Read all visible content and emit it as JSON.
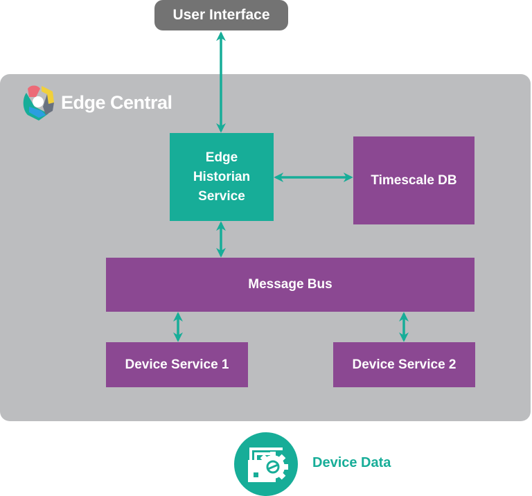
{
  "diagram": {
    "user_interface": {
      "label": "User Interface"
    },
    "container": {
      "title": "Edge Central",
      "logo": "edge-central-logo-icon"
    },
    "nodes": {
      "historian": {
        "line1": "Edge",
        "line2": "Historian",
        "line3": "Service"
      },
      "timescale": {
        "label": "Timescale DB"
      },
      "message_bus": {
        "label": "Message Bus"
      },
      "device_service_1": {
        "label": "Device Service 1"
      },
      "device_service_2": {
        "label": "Device Service 2"
      }
    },
    "edges": [
      {
        "from": "User Interface",
        "to": "Edge Historian Service",
        "direction": "bidirectional"
      },
      {
        "from": "Edge Historian Service",
        "to": "Timescale DB",
        "direction": "bidirectional"
      },
      {
        "from": "Edge Historian Service",
        "to": "Message Bus",
        "direction": "bidirectional"
      },
      {
        "from": "Message Bus",
        "to": "Device Service 1",
        "direction": "bidirectional"
      },
      {
        "from": "Message Bus",
        "to": "Device Service 2",
        "direction": "bidirectional"
      }
    ],
    "legend": {
      "label": "Device Data",
      "icon": "device-gear-icon"
    },
    "colors": {
      "teal": "#17ad98",
      "purple": "#8b4892",
      "panel": "#bcbdbf",
      "pill": "#737373"
    }
  }
}
